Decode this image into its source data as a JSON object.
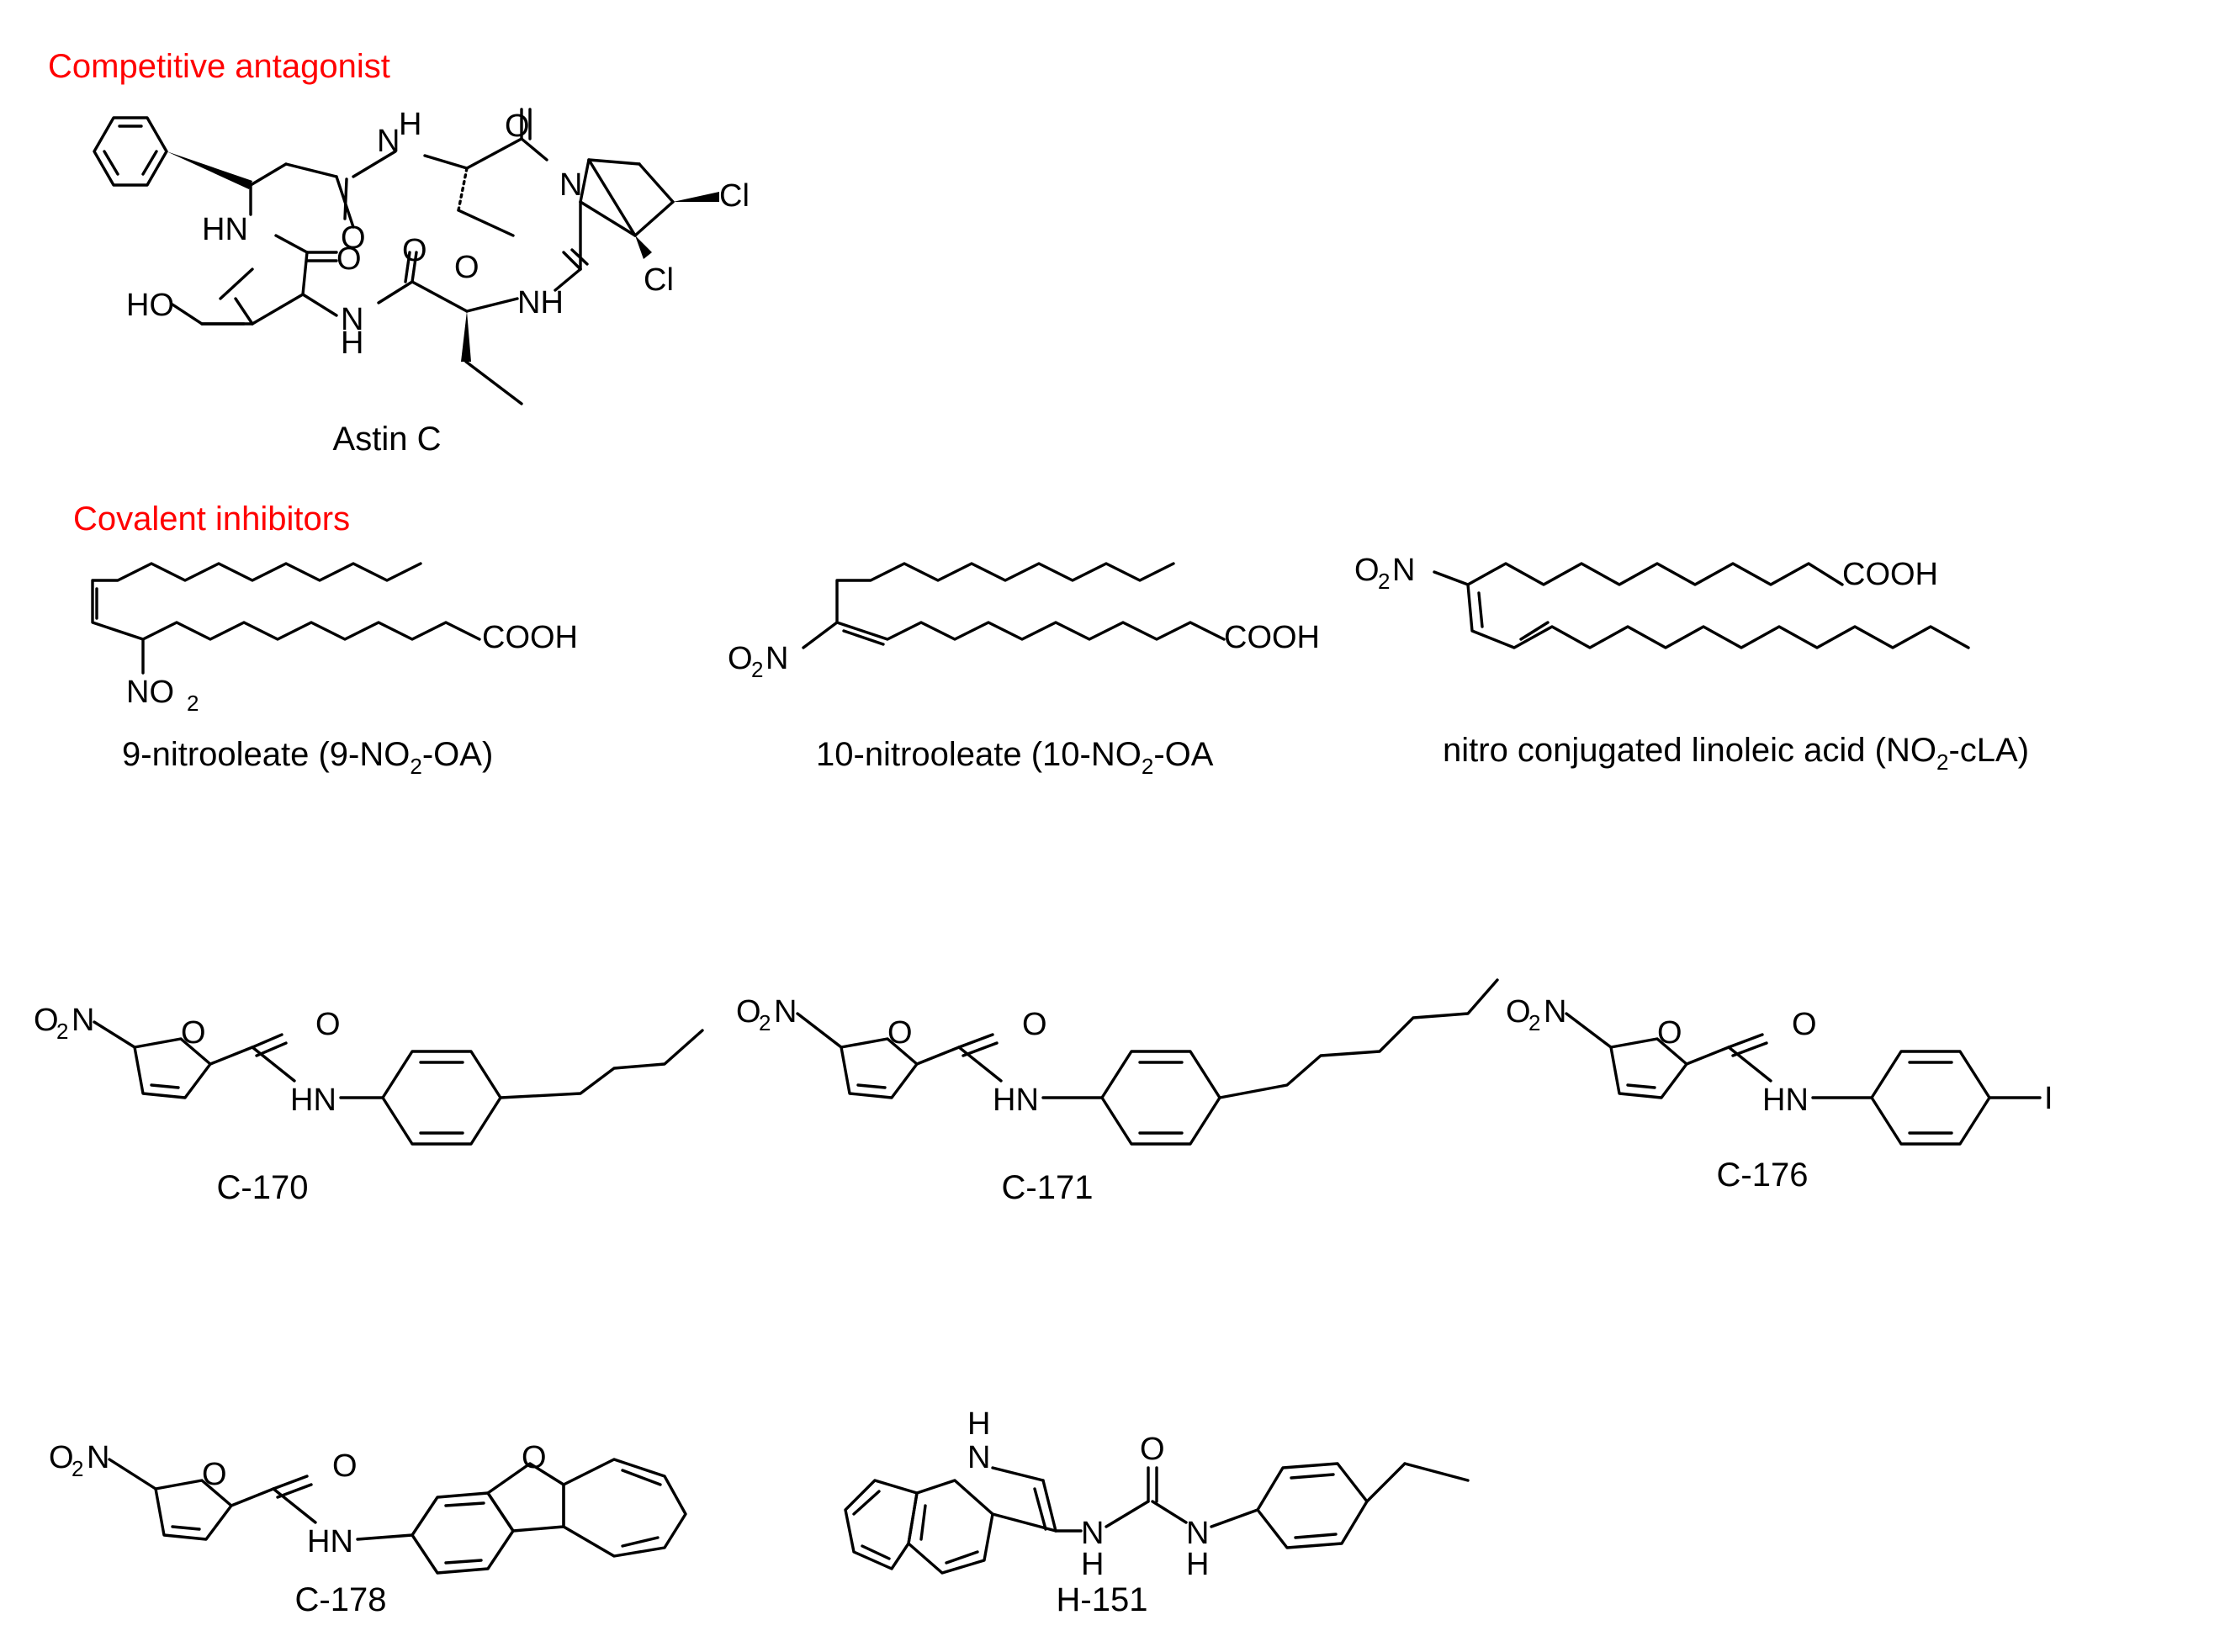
{
  "sections": {
    "competitive": "Competitive antagonist",
    "covalent": "Covalent inhibitors"
  },
  "header_color": "#ff0000",
  "labels": {
    "O": "O",
    "N": "N",
    "H": "H",
    "HN": "HN",
    "NH": "NH",
    "HO": "HO",
    "Cl": "Cl",
    "I": "I",
    "COOH": "COOH",
    "O2": "O",
    "two": "2",
    "NO": "NO"
  },
  "compounds": {
    "astin": "Astin C",
    "nitro9": {
      "pre": "9-nitrooleate (9-NO",
      "sub": "2",
      "post": "-OA)"
    },
    "nitro10": {
      "pre": "10-nitrooleate (10-NO",
      "sub": "2",
      "post": "-OA"
    },
    "nitrocla": {
      "pre": "nitro conjugated linoleic acid (NO",
      "sub": "2",
      "post": "-cLA)"
    },
    "c170": "C-170",
    "c171": "C-171",
    "c176": "C-176",
    "c178": "C-178",
    "h151": "H-151"
  }
}
